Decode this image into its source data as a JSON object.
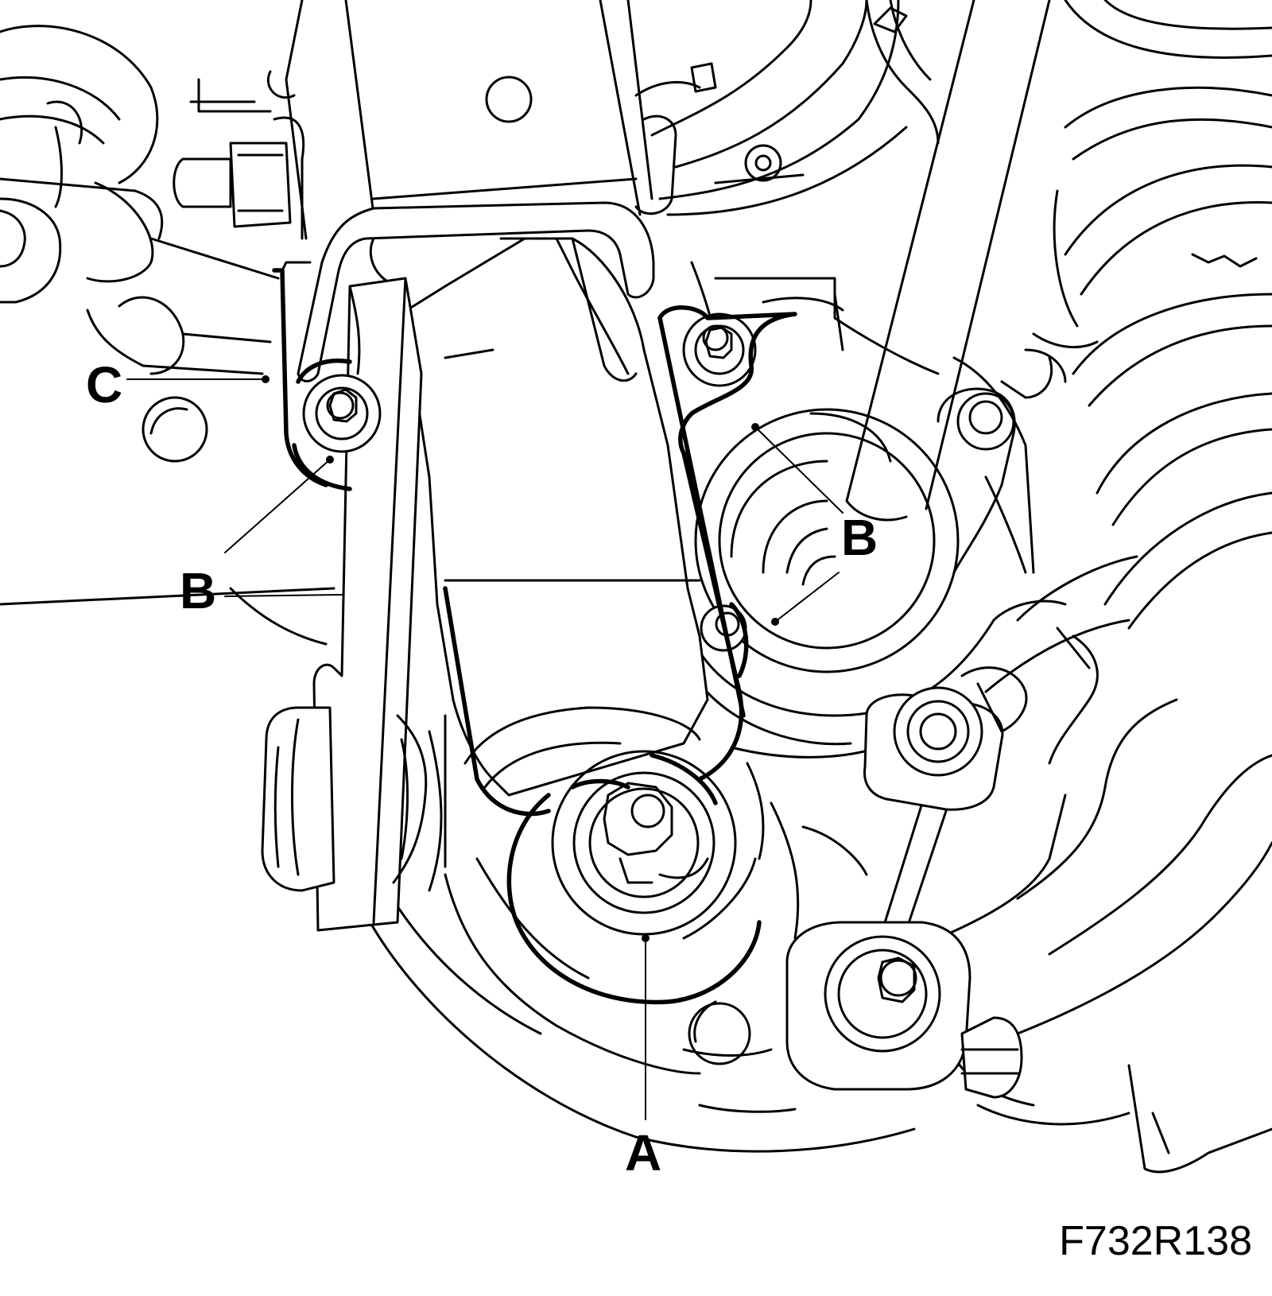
{
  "callouts": {
    "a": "A",
    "b1": "B",
    "b2": "B",
    "c": "C"
  },
  "figure_code": "F732R138"
}
